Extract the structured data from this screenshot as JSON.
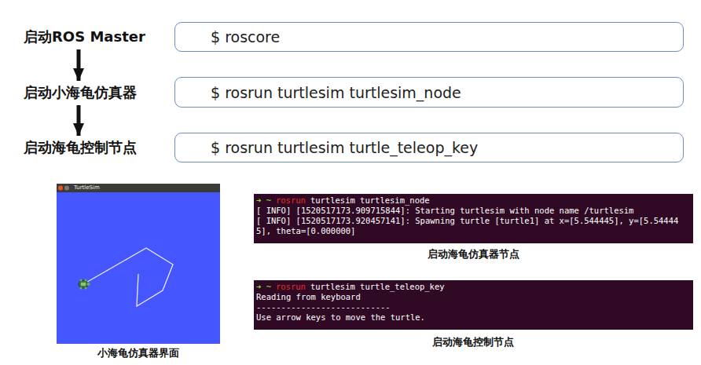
{
  "diagram": {
    "nodes": [
      {
        "text": [
          "启动ROS Master"
        ]
      },
      {
        "text": [
          "$ roscore"
        ]
      },
      {
        "text": [
          "启动小海龟仿真器"
        ]
      },
      {
        "text": [
          "$ rosrun turtlesim turtlesim_node"
        ]
      },
      {
        "text": [
          "启动海龟控制节点"
        ]
      },
      {
        "text": [
          "$ rosrun turtlesim turtle_teleop_key"
        ]
      },
      {
        "text": [
          "TurtleSim"
        ]
      },
      {
        "text": [
          "➜  ~",
          "rosrun",
          "turtlesim turtlesim_node",
          "[ INFO] [1520517173.909715844]: Starting turtlesim with node name /turtlesim",
          "[ INFO] [1520517173.920457141]: Spawning turtle [turtle1] at x=[5.544445], y=[5.544445], theta=[0.000000]"
        ]
      },
      {
        "text": [
          "➜  ~",
          "rosrun",
          "turtlesim turtle_teleop_key",
          "Reading from keyboard",
          "---------------------------",
          "Use arrow keys to move the turtle."
        ]
      }
    ],
    "edges": [
      {
        "from": 0,
        "to": 2,
        "arrow": "to"
      },
      {
        "from": 2,
        "to": 4,
        "arrow": "to"
      }
    ],
    "labels": [
      "小海龟仿真器界面",
      "启动海龟仿真器节点",
      "启动海龟控制节点"
    ]
  }
}
